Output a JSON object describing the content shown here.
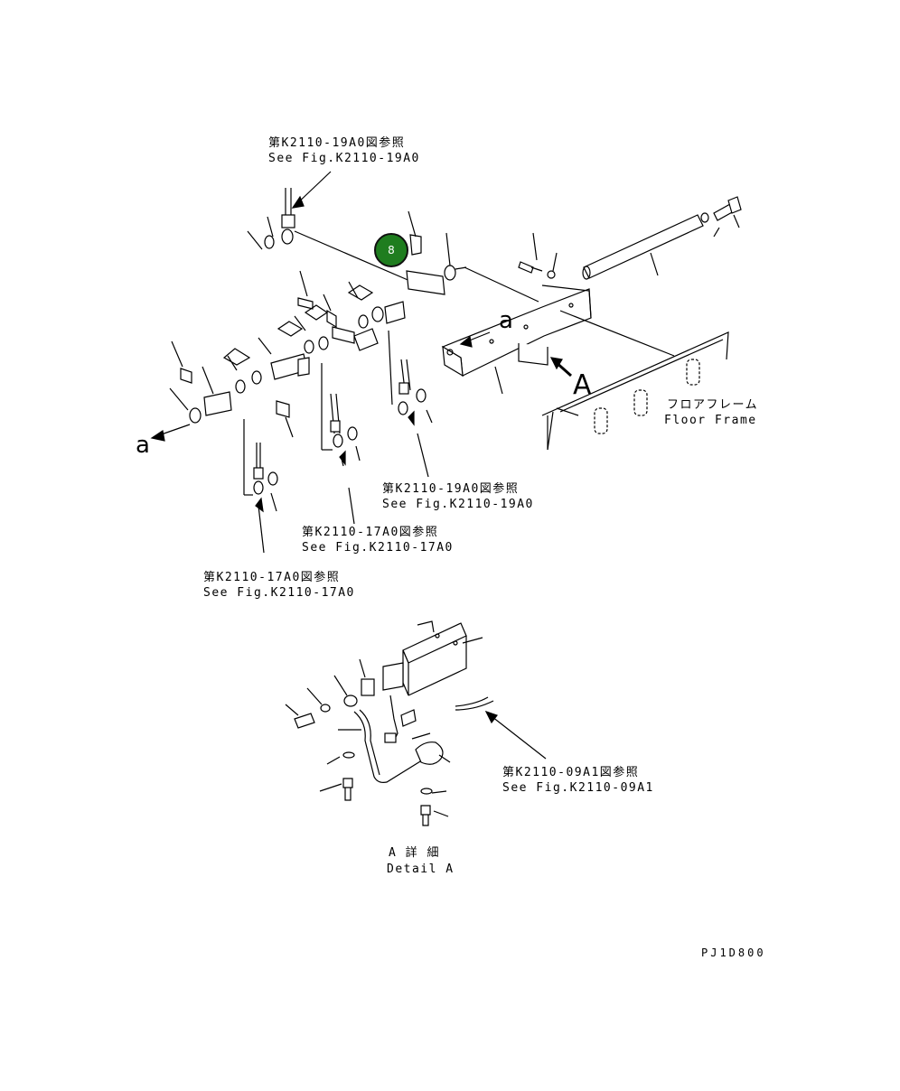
{
  "references": [
    {
      "jp": "第K2110-19A0図参照",
      "en": "See Fig.K2110-19A0"
    },
    {
      "jp": "第K2110-19A0図参照",
      "en": "See Fig.K2110-19A0"
    },
    {
      "jp": "第K2110-17A0図参照",
      "en": "See Fig.K2110-17A0"
    },
    {
      "jp": "第K2110-17A0図参照",
      "en": "See Fig.K2110-17A0"
    },
    {
      "jp": "第K2110-09A1図参照",
      "en": "See Fig.K2110-09A1"
    }
  ],
  "floor_frame": {
    "jp": "フロアフレーム",
    "en": "Floor Frame"
  },
  "detail": {
    "jp": "A 詳 細",
    "en": "Detail A"
  },
  "view_letters": {
    "a_left": "a",
    "a_top": "a",
    "A": "A"
  },
  "hotspot": {
    "number": "8",
    "color": "#1f7d1f"
  },
  "drawing_code": "PJ1D800"
}
